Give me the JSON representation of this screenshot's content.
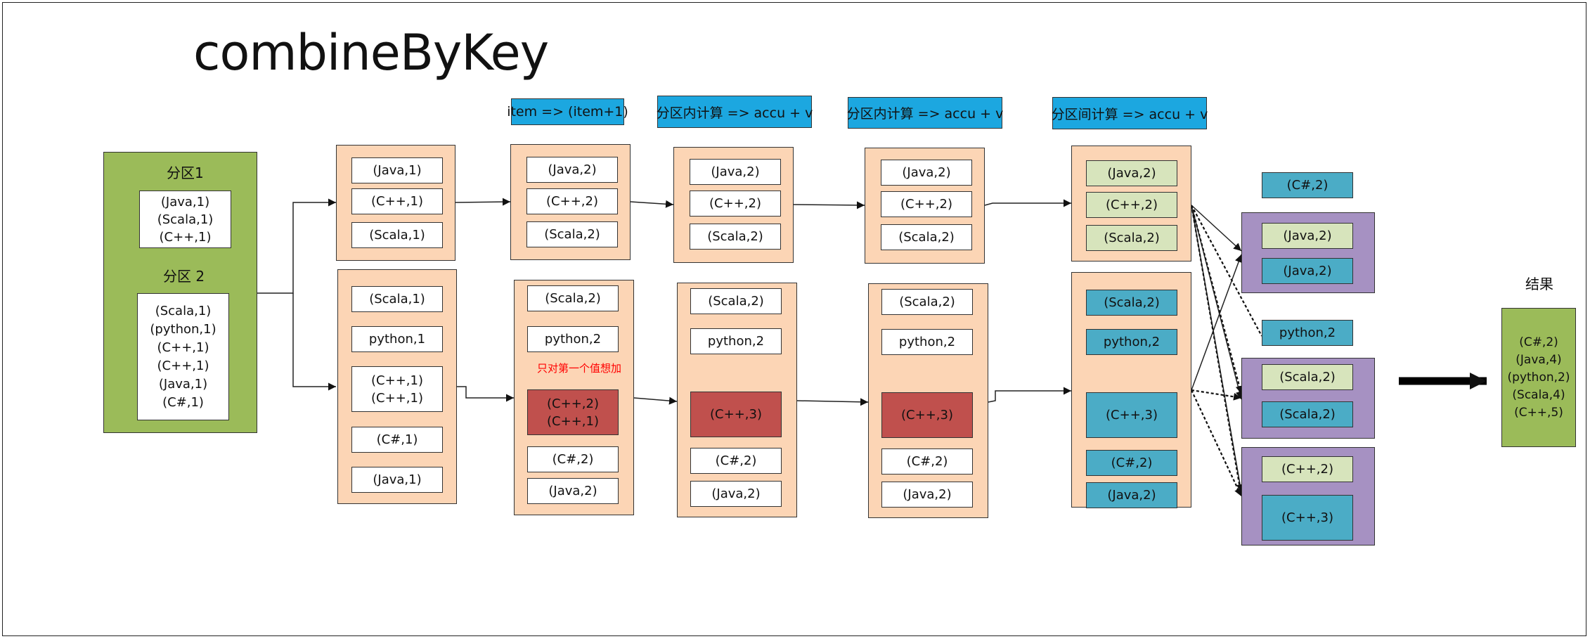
{
  "title": "combineByKey",
  "partition1": {
    "label": "分区1",
    "lines": "(Java,1)\n(Scala,1)\n(C++,1)"
  },
  "partition2": {
    "label": "分区 2",
    "lines": "(Scala,1)\n(python,1)\n(C++,1)\n(C++,1)\n(Java,1)\n(C#,1)"
  },
  "headers": {
    "h1": "item => (item+1)",
    "h2": "分区内计算 => accu + v",
    "h3": "分区内计算 => accu + v",
    "h4": "分区间计算 => accu + v"
  },
  "stage0": {
    "top": [
      "(Java,1)",
      "(C++,1)",
      "(Scala,1)"
    ],
    "bottom": [
      "(Scala,1)",
      "python,1",
      "(C++,1)\n(C++,1)",
      "(C#,1)",
      "(Java,1)"
    ]
  },
  "stage1": {
    "top": [
      "(Java,2)",
      "(C++,2)",
      "(Scala,2)"
    ],
    "bottom": [
      "(Scala,2)",
      "python,2",
      "(C++,2)\n(C++,1)",
      "(C#,2)",
      "(Java,2)"
    ],
    "note": "只对第一个值想加"
  },
  "stage2": {
    "top": [
      "(Java,2)",
      "(C++,2)",
      "(Scala,2)"
    ],
    "bottom": [
      "(Scala,2)",
      "python,2",
      "(C++,3)",
      "(C#,2)",
      "(Java,2)"
    ]
  },
  "stage3": {
    "top": [
      "(Java,2)",
      "(C++,2)",
      "(Scala,2)"
    ],
    "bottom": [
      "(Scala,2)",
      "python,2",
      "(C++,3)",
      "(C#,2)",
      "(Java,2)"
    ]
  },
  "stage4": {
    "top": [
      "(Java,2)",
      "(C++,2)",
      "(Scala,2)"
    ],
    "bottom": [
      "(Scala,2)",
      "python,2",
      "(C++,3)",
      "(C#,2)",
      "(Java,2)"
    ]
  },
  "groups": {
    "csharp": "(C#,2)",
    "java": [
      "(Java,2)",
      "(Java,2)"
    ],
    "python": "python,2",
    "scala": [
      "(Scala,2)",
      "(Scala,2)"
    ],
    "cpp": [
      "(C++,2)",
      "(C++,3)"
    ]
  },
  "result": {
    "label": "结果",
    "lines": "(C#,2)\n(Java,4)\n(python,2)\n(Scala,4)\n(C++,5)"
  }
}
